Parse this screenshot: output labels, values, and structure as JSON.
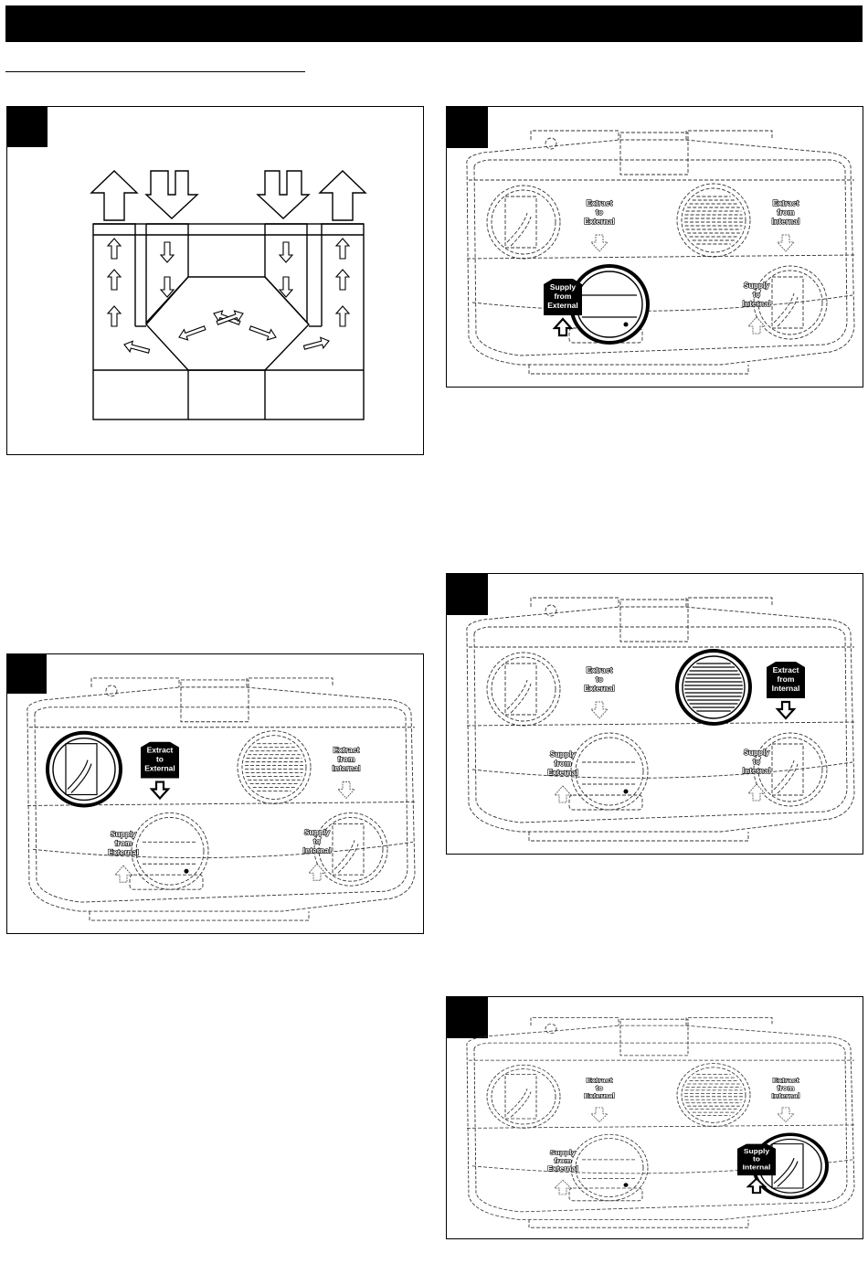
{
  "header": {
    "title": "",
    "section_heading": ""
  },
  "figures": {
    "fig1": {
      "number": ""
    },
    "fig2": {
      "number": "",
      "highlight": "extract-to-external"
    },
    "fig3": {
      "number": "",
      "highlight": "supply-from-external"
    },
    "fig4": {
      "number": "",
      "highlight": "extract-from-internal"
    },
    "fig5": {
      "number": "",
      "highlight": "supply-to-internal"
    }
  },
  "ports": {
    "extract_to_external": [
      "Extract",
      "to",
      "External"
    ],
    "extract_from_internal": [
      "Extract",
      "from",
      "Internal"
    ],
    "supply_from_external": [
      "Supply",
      "from",
      "External"
    ],
    "supply_to_internal": [
      "Supply",
      "to",
      "Internal"
    ]
  },
  "colors": {
    "ink": "#000000",
    "paper": "#ffffff",
    "dash": "#555555"
  }
}
